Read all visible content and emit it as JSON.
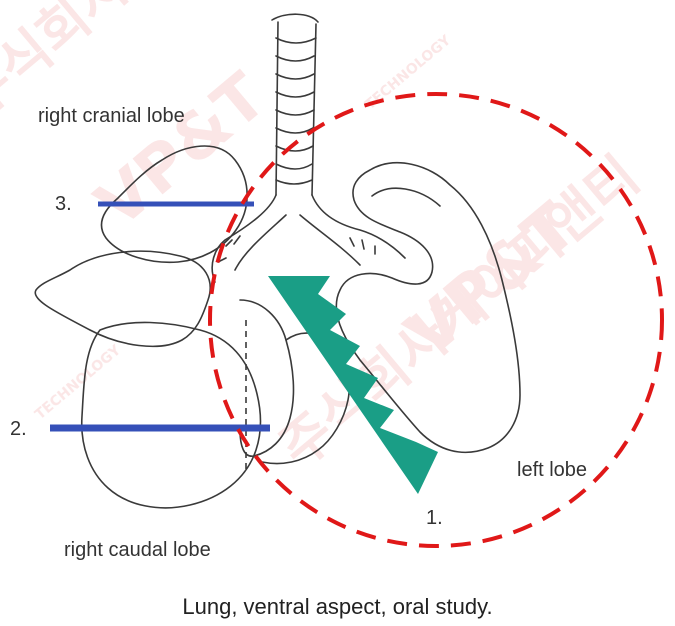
{
  "labels": {
    "right_cranial_lobe": "right cranial lobe",
    "right_caudal_lobe": "right caudal lobe",
    "left_lobe": "left lobe",
    "marker_1": "1.",
    "marker_2": "2.",
    "marker_3": "3."
  },
  "caption": "Lung, ventral aspect, oral study.",
  "watermark": {
    "text_primary": "VP&T",
    "text_korean": "주식회사케이피앤티",
    "text_secondary": "TECHNOLOGY"
  },
  "colors": {
    "outline": "#3a3a3a",
    "section_line": "#3550b8",
    "focus_circle": "#e01818",
    "lesion": "#1a9e86",
    "watermark": "#f2c8c8"
  }
}
